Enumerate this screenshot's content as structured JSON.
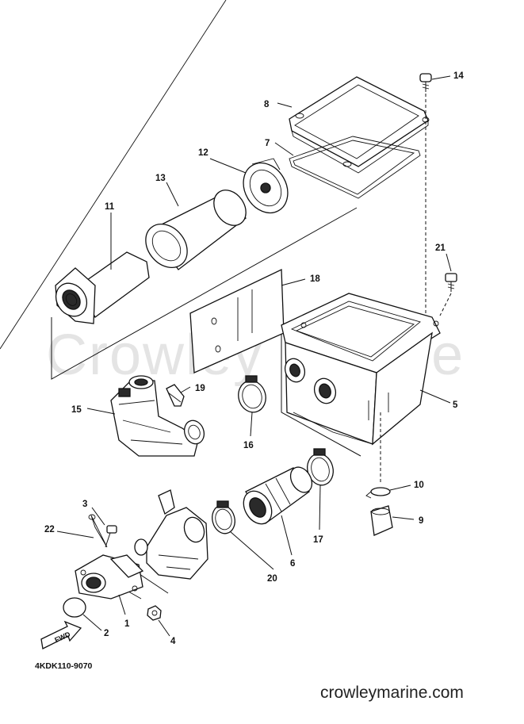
{
  "watermark": "Crowley Marine",
  "diagram_code": "4KDK110-9070",
  "website": "crowleymarine.com",
  "fwd_label": "FWD",
  "callouts": [
    {
      "id": "c1",
      "label": "1"
    },
    {
      "id": "c2",
      "label": "2"
    },
    {
      "id": "c3",
      "label": "3"
    },
    {
      "id": "c4",
      "label": "4"
    },
    {
      "id": "c5",
      "label": "5"
    },
    {
      "id": "c6",
      "label": "6"
    },
    {
      "id": "c7",
      "label": "7"
    },
    {
      "id": "c8",
      "label": "8"
    },
    {
      "id": "c9",
      "label": "9"
    },
    {
      "id": "c10",
      "label": "10"
    },
    {
      "id": "c11",
      "label": "11"
    },
    {
      "id": "c12",
      "label": "12"
    },
    {
      "id": "c13",
      "label": "13"
    },
    {
      "id": "c14",
      "label": "14"
    },
    {
      "id": "c15",
      "label": "15"
    },
    {
      "id": "c16",
      "label": "16"
    },
    {
      "id": "c17",
      "label": "17"
    },
    {
      "id": "c18",
      "label": "18"
    },
    {
      "id": "c19",
      "label": "19"
    },
    {
      "id": "c20",
      "label": "20"
    },
    {
      "id": "c21",
      "label": "21"
    },
    {
      "id": "c22",
      "label": "22"
    }
  ]
}
